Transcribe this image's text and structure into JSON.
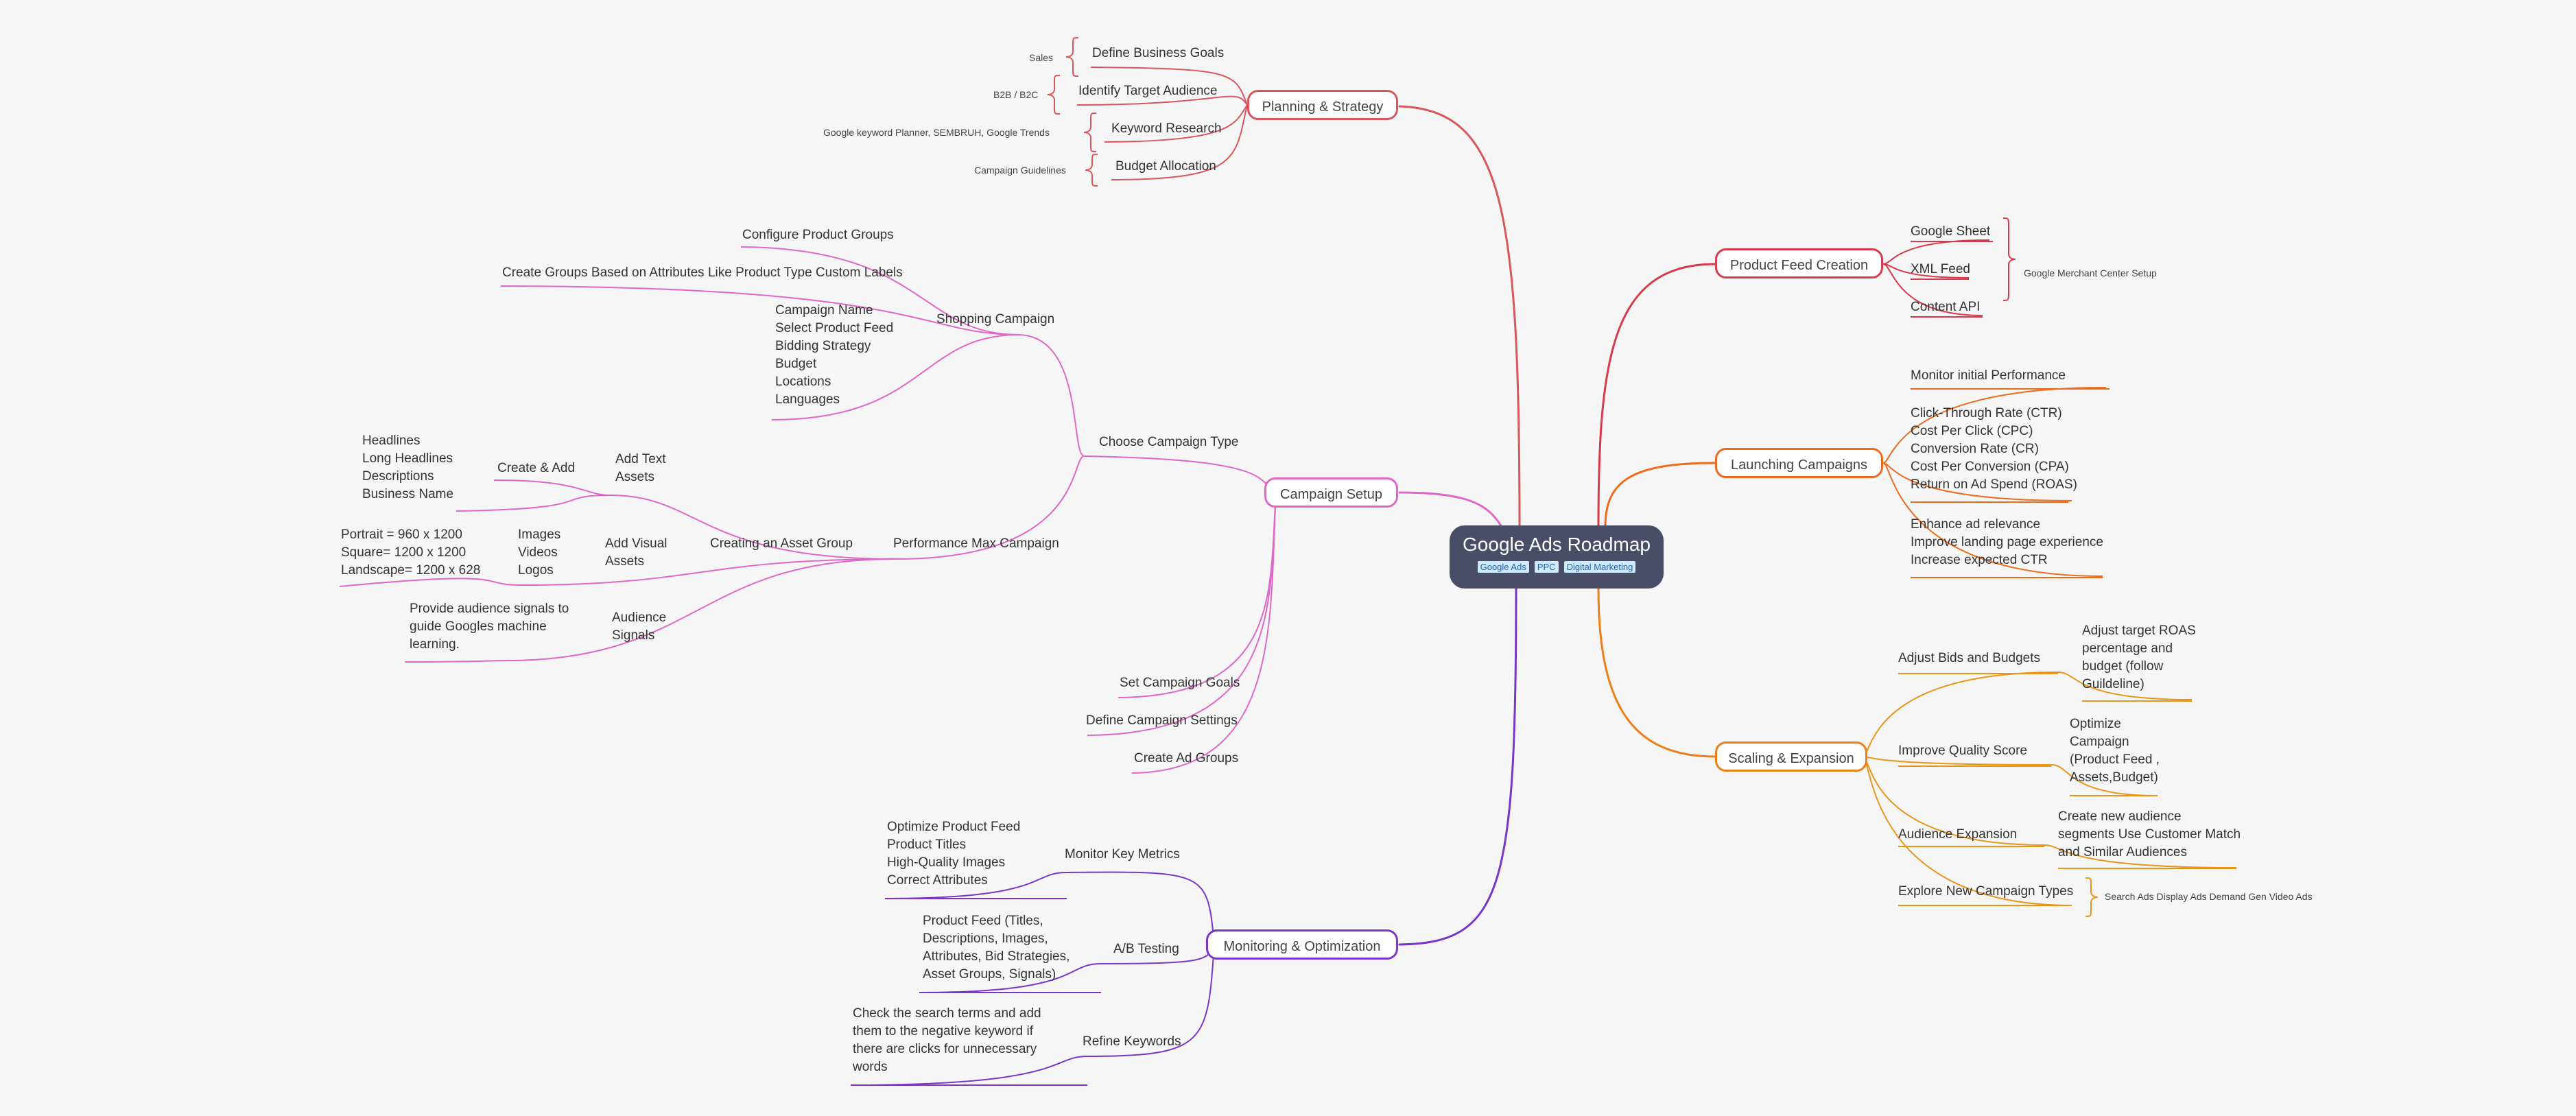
{
  "root": {
    "title": "Google Ads Roadmap",
    "tags": [
      "Google Ads",
      "PPC",
      "Digital Marketing"
    ]
  },
  "branches": {
    "planning": {
      "label": "Planning & Strategy",
      "children": [
        "Define Business Goals",
        "Identify Target Audience",
        "Keyword Research",
        "Budget Allocation"
      ],
      "notes": [
        "Sales",
        "B2B / B2C",
        "Google keyword Planner, SEMBRUH,  Google Trends",
        "Campaign Guidelines"
      ]
    },
    "campaign_setup": {
      "label": "Campaign Setup",
      "choose_type": "Choose Campaign Type",
      "shopping": {
        "label": "Shopping Campaign",
        "children": [
          "Configure Product Groups",
          "Create Groups Based on Attributes Like Product Type Custom Labels"
        ],
        "settings": [
          "Campaign Name",
          "Select Product Feed",
          "Bidding Strategy",
          "Budget",
          "Locations",
          "Languages"
        ]
      },
      "pmax": {
        "label": "Performance Max Campaign",
        "asset_group": "Creating an Asset Group",
        "create_add": "Create & Add",
        "text_assets": [
          "Add Text",
          "Assets"
        ],
        "text_items": [
          "Headlines",
          "Long Headlines",
          "Descriptions",
          "Business Name"
        ],
        "visual_assets": [
          "Add Visual",
          "Assets"
        ],
        "visual_types": [
          "Images",
          "Videos",
          "Logos"
        ],
        "visual_sizes": [
          "Portrait = 960 x 1200",
          "Square= 1200 x 1200",
          "Landscape= 1200 x 628"
        ],
        "audience": [
          "Audience",
          "Signals"
        ],
        "audience_note": [
          "Provide audience signals to",
          "guide Googles machine",
          "learning."
        ]
      },
      "others": [
        "Set Campaign Goals",
        "Define Campaign Settings",
        "Create Ad Groups"
      ]
    },
    "monitoring": {
      "label": "Monitoring & Optimization",
      "metrics": {
        "label": "Monitor Key Metrics",
        "items": [
          "Optimize Product Feed",
          "Product Titles",
          "High-Quality Images",
          "Correct Attributes"
        ]
      },
      "ab": {
        "label": "A/B Testing",
        "items": [
          "Product Feed (Titles,",
          "Descriptions, Images,",
          "Attributes, Bid Strategies,",
          "Asset Groups, Signals)"
        ]
      },
      "keywords": {
        "label": "Refine Keywords",
        "items": [
          "Check the search terms and add",
          "them to the negative keyword if",
          "there are clicks for unnecessary",
          "words"
        ]
      }
    },
    "feed": {
      "label": "Product Feed Creation",
      "children": [
        "Google Sheet",
        "XML Feed",
        "Content API"
      ],
      "note": "Google Merchant Center Setup"
    },
    "launch": {
      "label": "Launching Campaigns",
      "monitor": "Monitor initial Performance",
      "metrics": [
        "Click-Through Rate (CTR)",
        "Cost Per Click (CPC)",
        "Conversion Rate (CR)",
        "Cost Per Conversion (CPA)",
        "Return on Ad Spend (ROAS)"
      ],
      "improve": [
        "Enhance ad relevance",
        "Improve landing page experience",
        "Increase expected CTR"
      ]
    },
    "scaling": {
      "label": "Scaling & Expansion",
      "bids": {
        "label": "Adjust Bids and Budgets",
        "items": [
          "Adjust target ROAS",
          "percentage and",
          "budget (follow",
          "Guildeline)"
        ]
      },
      "quality": {
        "label": "Improve Quality Score",
        "items": [
          "Optimize",
          "Campaign",
          "(Product Feed ,",
          "Assets,Budget)"
        ]
      },
      "audience": {
        "label": "Audience Expansion",
        "items": [
          "Create new audience",
          "segments Use Customer Match",
          "and Similar Audiences"
        ]
      },
      "explore": {
        "label": "Explore New Campaign Types",
        "note": "Search Ads Display Ads Demand Gen Video Ads"
      }
    }
  },
  "colors": {
    "planning": "#d9575c",
    "setup": "#e067c8",
    "monitoring": "#7a35c9",
    "feed": "#d93a4b",
    "launch": "#ee6a1c",
    "scaling": "#e9951a",
    "root": "#4a4d66"
  }
}
